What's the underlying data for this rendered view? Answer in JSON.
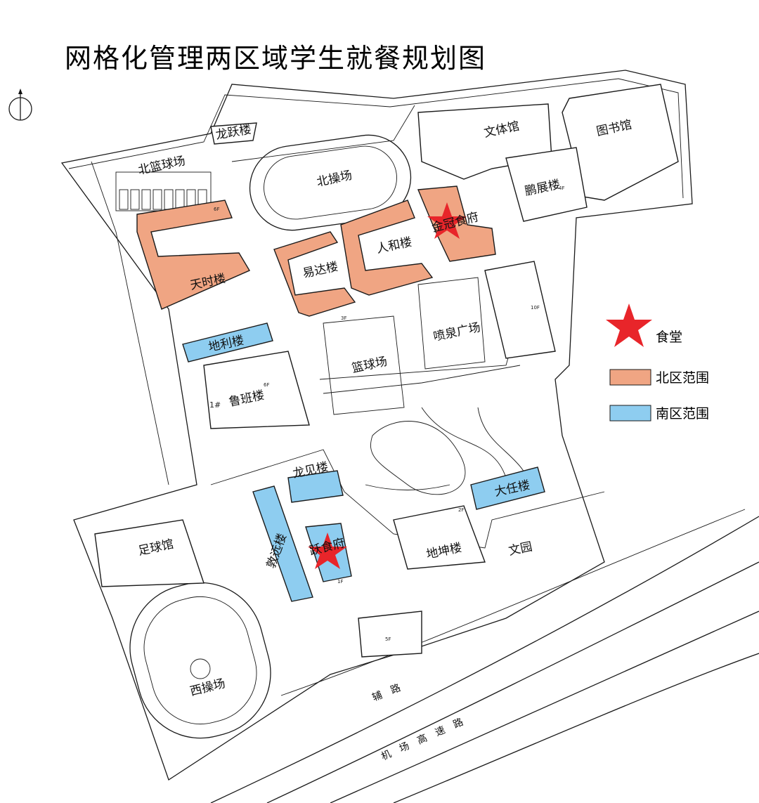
{
  "title": "网格化管理两区域学生就餐规划图",
  "colors": {
    "north_zone": "#f0a583",
    "south_zone": "#8ecdf0",
    "canteen_star": "#e8252a",
    "outline": "#1a1a1a"
  },
  "legend": {
    "canteen": "食堂",
    "north_zone": "北区范围",
    "south_zone": "南区范围"
  },
  "labels": {
    "tianshi": "天时楼",
    "yida": "易达楼",
    "renhe": "人和楼",
    "jinguan": "金冠食府",
    "dili": "地利楼",
    "luban": "鲁班楼",
    "longjian": "龙见楼",
    "dunyuan": "敦远楼",
    "yuyue": "跃食府",
    "daren": "大任楼",
    "dikun": "地坤楼",
    "wenyuan": "文园",
    "north_playground": "北操场",
    "basketball": "篮球场",
    "fountain": "喷泉广场",
    "wenti": "文体馆",
    "library": "图书馆",
    "pengzhan": "鹏展楼",
    "longyue": "龙跃楼",
    "north_basketball": "北篮球场",
    "football_hall": "足球馆",
    "west_playground": "西操场",
    "side_road": "辅路",
    "airport_expressway": "机场高速路",
    "luban_1": "1#",
    "floor_3f": "3F",
    "floor_6f": "6F",
    "floor_10f": "10F",
    "floor_5f": "5F",
    "floor_2f": "2F",
    "floor_1f": "1F",
    "floor_4f": "4F"
  }
}
